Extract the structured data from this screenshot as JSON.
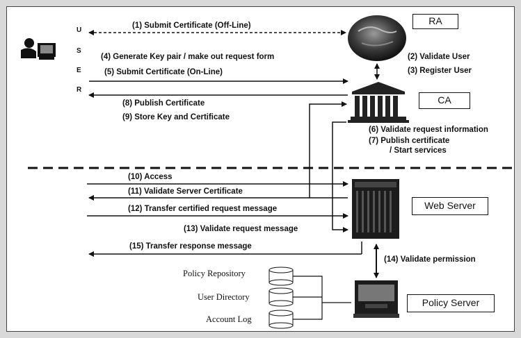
{
  "user_letters": [
    "U",
    "S",
    "E",
    "R"
  ],
  "entities": {
    "ra": "RA",
    "ca": "CA",
    "web_server": "Web Server",
    "policy_server": "Policy Server"
  },
  "steps": {
    "s1": "(1) Submit Certificate (Off-Line)",
    "s2": "(2) Validate User",
    "s3": "(3) Register User",
    "s4": "(4) Generate Key pair / make out request form",
    "s5": "(5) Submit Certificate (On-Line)",
    "s6": "(6) Validate request information",
    "s7a": "(7) Publish certificate",
    "s7b": "/ Start services",
    "s8": "(8) Publish Certificate",
    "s9": "(9) Store Key and Certificate",
    "s10": "(10) Access",
    "s11": "(11) Validate Server Certificate",
    "s12": "(12) Transfer certified request message",
    "s13": "(13) Validate request message",
    "s14": "(14) Validate permission",
    "s15": "(15) Transfer response message"
  },
  "repositories": [
    "Policy Repository",
    "User Directory",
    "Account Log"
  ],
  "icons": [
    "user-computer-icon",
    "globe-icon",
    "bank-building-icon",
    "server-icon",
    "policy-server-icon",
    "database-icon"
  ]
}
